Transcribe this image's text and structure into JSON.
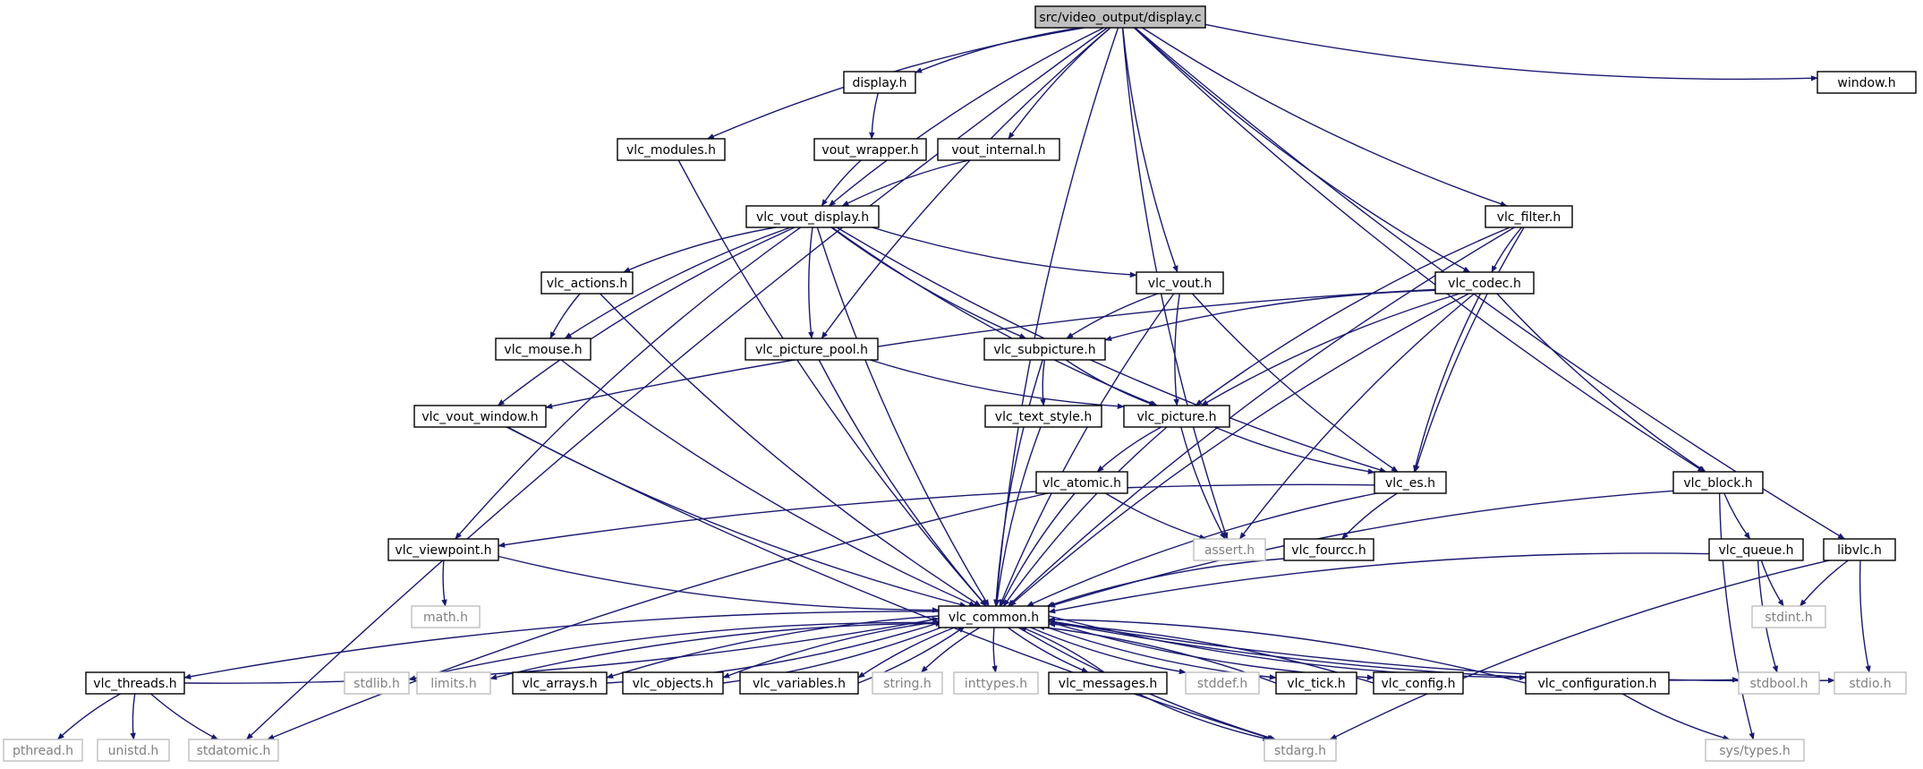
{
  "graph": {
    "colors": {
      "edge": "#191970",
      "border_normal": "#000000",
      "border_missing": "#bfbfbf",
      "fill_root": "#bfbfbf",
      "fill_normal": "#ffffff",
      "text_normal": "#000000",
      "text_missing": "#808080"
    },
    "nodes": [
      {
        "id": "root",
        "label": "src/video_output/display.c",
        "style": "root"
      },
      {
        "id": "display_h",
        "label": "display.h",
        "style": "normal"
      },
      {
        "id": "window_h",
        "label": "window.h",
        "style": "normal"
      },
      {
        "id": "vlc_modules",
        "label": "vlc_modules.h",
        "style": "normal"
      },
      {
        "id": "vout_wrapper",
        "label": "vout_wrapper.h",
        "style": "normal"
      },
      {
        "id": "vout_internal",
        "label": "vout_internal.h",
        "style": "normal"
      },
      {
        "id": "vlc_vout_display",
        "label": "vlc_vout_display.h",
        "style": "normal"
      },
      {
        "id": "vlc_filter",
        "label": "vlc_filter.h",
        "style": "normal"
      },
      {
        "id": "vlc_actions",
        "label": "vlc_actions.h",
        "style": "normal"
      },
      {
        "id": "vlc_vout",
        "label": "vlc_vout.h",
        "style": "normal"
      },
      {
        "id": "vlc_codec",
        "label": "vlc_codec.h",
        "style": "normal"
      },
      {
        "id": "vlc_mouse",
        "label": "vlc_mouse.h",
        "style": "normal"
      },
      {
        "id": "vlc_picture_pool",
        "label": "vlc_picture_pool.h",
        "style": "normal"
      },
      {
        "id": "vlc_subpicture",
        "label": "vlc_subpicture.h",
        "style": "normal"
      },
      {
        "id": "vlc_vout_window",
        "label": "vlc_vout_window.h",
        "style": "normal"
      },
      {
        "id": "vlc_text_style",
        "label": "vlc_text_style.h",
        "style": "normal"
      },
      {
        "id": "vlc_picture",
        "label": "vlc_picture.h",
        "style": "normal"
      },
      {
        "id": "vlc_atomic",
        "label": "vlc_atomic.h",
        "style": "normal"
      },
      {
        "id": "vlc_es",
        "label": "vlc_es.h",
        "style": "normal"
      },
      {
        "id": "vlc_block",
        "label": "vlc_block.h",
        "style": "normal"
      },
      {
        "id": "vlc_viewpoint",
        "label": "vlc_viewpoint.h",
        "style": "normal"
      },
      {
        "id": "assert_h",
        "label": "assert.h",
        "style": "missing"
      },
      {
        "id": "vlc_fourcc",
        "label": "vlc_fourcc.h",
        "style": "normal"
      },
      {
        "id": "vlc_queue",
        "label": "vlc_queue.h",
        "style": "normal"
      },
      {
        "id": "libvlc",
        "label": "libvlc.h",
        "style": "normal"
      },
      {
        "id": "math_h",
        "label": "math.h",
        "style": "missing"
      },
      {
        "id": "vlc_common",
        "label": "vlc_common.h",
        "style": "normal"
      },
      {
        "id": "stdint_h",
        "label": "stdint.h",
        "style": "missing"
      },
      {
        "id": "vlc_threads",
        "label": "vlc_threads.h",
        "style": "normal"
      },
      {
        "id": "stdlib_h",
        "label": "stdlib.h",
        "style": "missing"
      },
      {
        "id": "limits_h",
        "label": "limits.h",
        "style": "missing"
      },
      {
        "id": "vlc_arrays",
        "label": "vlc_arrays.h",
        "style": "normal"
      },
      {
        "id": "vlc_objects",
        "label": "vlc_objects.h",
        "style": "normal"
      },
      {
        "id": "vlc_variables",
        "label": "vlc_variables.h",
        "style": "normal"
      },
      {
        "id": "string_h",
        "label": "string.h",
        "style": "missing"
      },
      {
        "id": "inttypes_h",
        "label": "inttypes.h",
        "style": "missing"
      },
      {
        "id": "vlc_messages",
        "label": "vlc_messages.h",
        "style": "normal"
      },
      {
        "id": "stddef_h",
        "label": "stddef.h",
        "style": "missing"
      },
      {
        "id": "vlc_tick",
        "label": "vlc_tick.h",
        "style": "normal"
      },
      {
        "id": "vlc_config",
        "label": "vlc_config.h",
        "style": "normal"
      },
      {
        "id": "vlc_configuration",
        "label": "vlc_configuration.h",
        "style": "normal"
      },
      {
        "id": "stdbool_h",
        "label": "stdbool.h",
        "style": "missing"
      },
      {
        "id": "stdio_h",
        "label": "stdio.h",
        "style": "missing"
      },
      {
        "id": "pthread_h",
        "label": "pthread.h",
        "style": "missing"
      },
      {
        "id": "unistd_h",
        "label": "unistd.h",
        "style": "missing"
      },
      {
        "id": "stdatomic_h",
        "label": "stdatomic.h",
        "style": "missing"
      },
      {
        "id": "stdarg_h",
        "label": "stdarg.h",
        "style": "missing"
      },
      {
        "id": "sys_types_h",
        "label": "sys/types.h",
        "style": "missing"
      }
    ],
    "edges": [
      {
        "from": "root",
        "to": "display_h"
      },
      {
        "from": "root",
        "to": "window_h"
      },
      {
        "from": "root",
        "to": "vlc_modules"
      },
      {
        "from": "root",
        "to": "vout_internal"
      },
      {
        "from": "root",
        "to": "vlc_vout_display"
      },
      {
        "from": "root",
        "to": "vlc_filter"
      },
      {
        "from": "root",
        "to": "vlc_vout"
      },
      {
        "from": "root",
        "to": "vlc_codec"
      },
      {
        "from": "root",
        "to": "vlc_picture_pool"
      },
      {
        "from": "root",
        "to": "vlc_block"
      },
      {
        "from": "root",
        "to": "libvlc"
      },
      {
        "from": "root",
        "to": "assert_h"
      },
      {
        "from": "root",
        "to": "vlc_common"
      },
      {
        "from": "root",
        "to": "stdatomic_h"
      },
      {
        "from": "display_h",
        "to": "vout_wrapper"
      },
      {
        "from": "vout_wrapper",
        "to": "vlc_vout_display"
      },
      {
        "from": "vout_internal",
        "to": "vlc_vout_display"
      },
      {
        "from": "vlc_modules",
        "to": "vlc_common"
      },
      {
        "from": "vlc_vout_display",
        "to": "vlc_actions"
      },
      {
        "from": "vlc_vout_display",
        "to": "vlc_vout"
      },
      {
        "from": "vlc_vout_display",
        "to": "vlc_mouse"
      },
      {
        "from": "vlc_vout_display",
        "to": "vlc_picture_pool"
      },
      {
        "from": "vlc_vout_display",
        "to": "vlc_subpicture"
      },
      {
        "from": "vlc_vout_display",
        "to": "vlc_vout_window"
      },
      {
        "from": "vlc_vout_display",
        "to": "vlc_picture"
      },
      {
        "from": "vlc_vout_display",
        "to": "vlc_es"
      },
      {
        "from": "vlc_vout_display",
        "to": "vlc_viewpoint"
      },
      {
        "from": "vlc_vout_display",
        "to": "vlc_common"
      },
      {
        "from": "vlc_filter",
        "to": "vlc_codec"
      },
      {
        "from": "vlc_filter",
        "to": "vlc_picture"
      },
      {
        "from": "vlc_filter",
        "to": "vlc_es"
      },
      {
        "from": "vlc_filter",
        "to": "vlc_common"
      },
      {
        "from": "vlc_actions",
        "to": "vlc_mouse"
      },
      {
        "from": "vlc_actions",
        "to": "vlc_common"
      },
      {
        "from": "vlc_vout",
        "to": "vlc_subpicture"
      },
      {
        "from": "vlc_vout",
        "to": "vlc_picture"
      },
      {
        "from": "vlc_vout",
        "to": "vlc_es"
      },
      {
        "from": "vlc_vout",
        "to": "vlc_common"
      },
      {
        "from": "vlc_codec",
        "to": "vlc_subpicture"
      },
      {
        "from": "vlc_codec",
        "to": "vlc_vout_window"
      },
      {
        "from": "vlc_codec",
        "to": "vlc_picture"
      },
      {
        "from": "vlc_codec",
        "to": "vlc_es"
      },
      {
        "from": "vlc_codec",
        "to": "vlc_block"
      },
      {
        "from": "vlc_codec",
        "to": "assert_h"
      },
      {
        "from": "vlc_codec",
        "to": "vlc_common"
      },
      {
        "from": "vlc_mouse",
        "to": "vlc_common"
      },
      {
        "from": "vlc_picture_pool",
        "to": "vlc_picture"
      },
      {
        "from": "vlc_picture_pool",
        "to": "vlc_common"
      },
      {
        "from": "vlc_subpicture",
        "to": "vlc_text_style"
      },
      {
        "from": "vlc_subpicture",
        "to": "vlc_picture"
      },
      {
        "from": "vlc_subpicture",
        "to": "vlc_common"
      },
      {
        "from": "vlc_vout_window",
        "to": "vlc_common"
      },
      {
        "from": "vlc_vout_window",
        "to": "stdarg_h"
      },
      {
        "from": "vlc_text_style",
        "to": "vlc_common"
      },
      {
        "from": "vlc_picture",
        "to": "vlc_atomic"
      },
      {
        "from": "vlc_picture",
        "to": "vlc_es"
      },
      {
        "from": "vlc_picture",
        "to": "assert_h"
      },
      {
        "from": "vlc_picture",
        "to": "vlc_common"
      },
      {
        "from": "vlc_atomic",
        "to": "assert_h"
      },
      {
        "from": "vlc_atomic",
        "to": "vlc_common"
      },
      {
        "from": "vlc_atomic",
        "to": "stdatomic_h"
      },
      {
        "from": "vlc_es",
        "to": "vlc_viewpoint"
      },
      {
        "from": "vlc_es",
        "to": "vlc_fourcc"
      },
      {
        "from": "vlc_es",
        "to": "vlc_common"
      },
      {
        "from": "vlc_block",
        "to": "vlc_queue"
      },
      {
        "from": "vlc_block",
        "to": "vlc_common"
      },
      {
        "from": "vlc_block",
        "to": "sys_types_h"
      },
      {
        "from": "vlc_viewpoint",
        "to": "math_h"
      },
      {
        "from": "vlc_viewpoint",
        "to": "vlc_common"
      },
      {
        "from": "vlc_fourcc",
        "to": "vlc_common"
      },
      {
        "from": "vlc_queue",
        "to": "vlc_common"
      },
      {
        "from": "vlc_queue",
        "to": "stdint_h"
      },
      {
        "from": "vlc_queue",
        "to": "stdbool_h"
      },
      {
        "from": "libvlc",
        "to": "stdint_h"
      },
      {
        "from": "libvlc",
        "to": "stdio_h"
      },
      {
        "from": "libvlc",
        "to": "stdarg_h"
      },
      {
        "from": "vlc_common",
        "to": "vlc_threads"
      },
      {
        "from": "vlc_common",
        "to": "stdlib_h"
      },
      {
        "from": "vlc_common",
        "to": "limits_h"
      },
      {
        "from": "vlc_common",
        "to": "vlc_arrays"
      },
      {
        "from": "vlc_common",
        "to": "vlc_objects"
      },
      {
        "from": "vlc_common",
        "to": "vlc_variables"
      },
      {
        "from": "vlc_common",
        "to": "string_h"
      },
      {
        "from": "vlc_common",
        "to": "inttypes_h"
      },
      {
        "from": "vlc_common",
        "to": "vlc_messages"
      },
      {
        "from": "vlc_common",
        "to": "stddef_h"
      },
      {
        "from": "vlc_common",
        "to": "vlc_tick"
      },
      {
        "from": "vlc_common",
        "to": "vlc_config"
      },
      {
        "from": "vlc_common",
        "to": "vlc_configuration"
      },
      {
        "from": "vlc_common",
        "to": "stdbool_h"
      },
      {
        "from": "vlc_common",
        "to": "stdio_h"
      },
      {
        "from": "vlc_common",
        "to": "stdarg_h"
      },
      {
        "from": "vlc_threads",
        "to": "vlc_common"
      },
      {
        "from": "vlc_arrays",
        "to": "vlc_common"
      },
      {
        "from": "vlc_objects",
        "to": "vlc_common"
      },
      {
        "from": "vlc_variables",
        "to": "vlc_common"
      },
      {
        "from": "vlc_messages",
        "to": "vlc_common"
      },
      {
        "from": "vlc_tick",
        "to": "vlc_common"
      },
      {
        "from": "vlc_config",
        "to": "vlc_common"
      },
      {
        "from": "vlc_configuration",
        "to": "vlc_common"
      },
      {
        "from": "vlc_threads",
        "to": "pthread_h"
      },
      {
        "from": "vlc_threads",
        "to": "unistd_h"
      },
      {
        "from": "vlc_threads",
        "to": "stdatomic_h"
      },
      {
        "from": "vlc_messages",
        "to": "stdarg_h"
      },
      {
        "from": "vlc_configuration",
        "to": "sys_types_h"
      }
    ]
  }
}
